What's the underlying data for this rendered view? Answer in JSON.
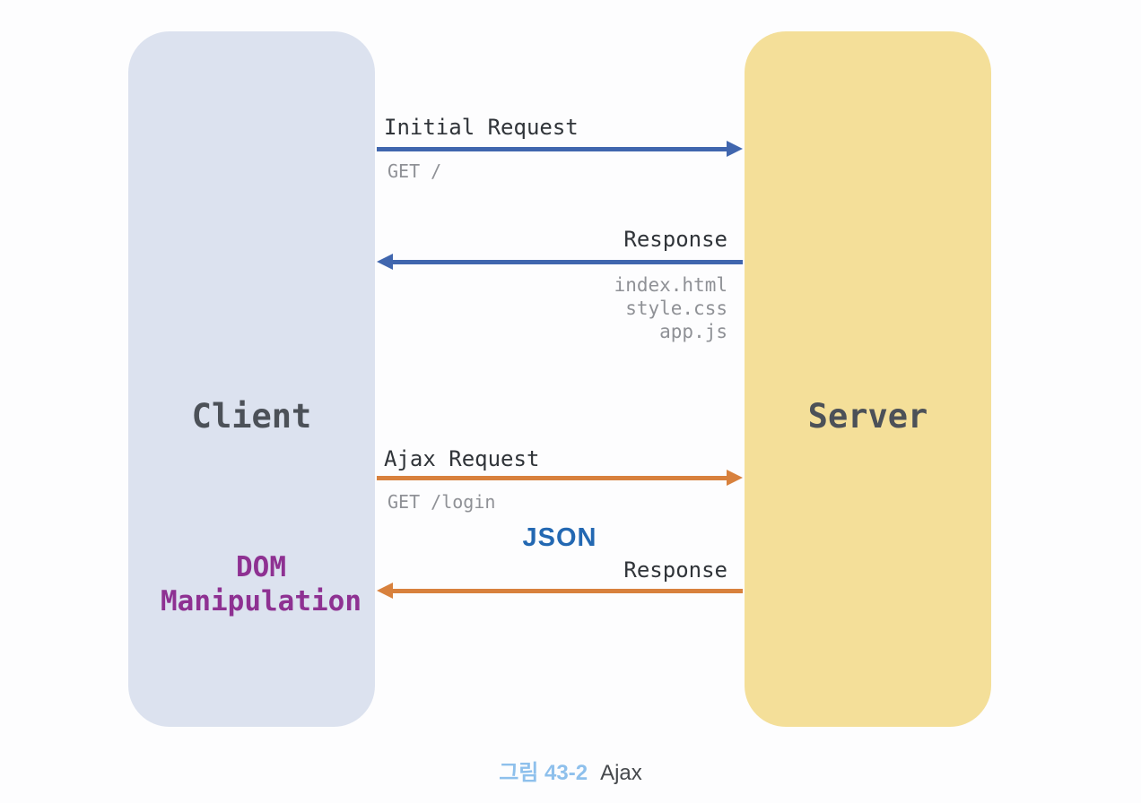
{
  "diagram": {
    "client": {
      "label": "Client",
      "note_line1": "DOM",
      "note_line2": "Manipulation"
    },
    "server": {
      "label": "Server"
    },
    "flows": [
      {
        "name": "initial-request",
        "label": "Initial Request",
        "detail": "GET /",
        "direction": "right",
        "color": "#4066ae"
      },
      {
        "name": "initial-response",
        "label": "Response",
        "direction": "left",
        "color": "#4066ae",
        "files": [
          "index.html",
          "style.css",
          "app.js"
        ]
      },
      {
        "name": "ajax-request",
        "label": "Ajax Request",
        "detail": "GET /login",
        "direction": "right",
        "color": "#d8813d"
      },
      {
        "name": "ajax-response",
        "label": "Response",
        "payload": "JSON",
        "direction": "left",
        "color": "#d8813d"
      }
    ],
    "colors": {
      "client_box": "#dce2ef",
      "server_box": "#f4df99",
      "blue_arrow": "#4066ae",
      "orange_arrow": "#d8813d",
      "json_text": "#2368b2",
      "dom_note_text": "#8e3192",
      "label_text": "#303439",
      "muted_text": "#8f9196",
      "caption_accent": "#8ec0ec"
    }
  },
  "caption": {
    "figure_label": "그림 43-2",
    "figure_title": "Ajax"
  }
}
